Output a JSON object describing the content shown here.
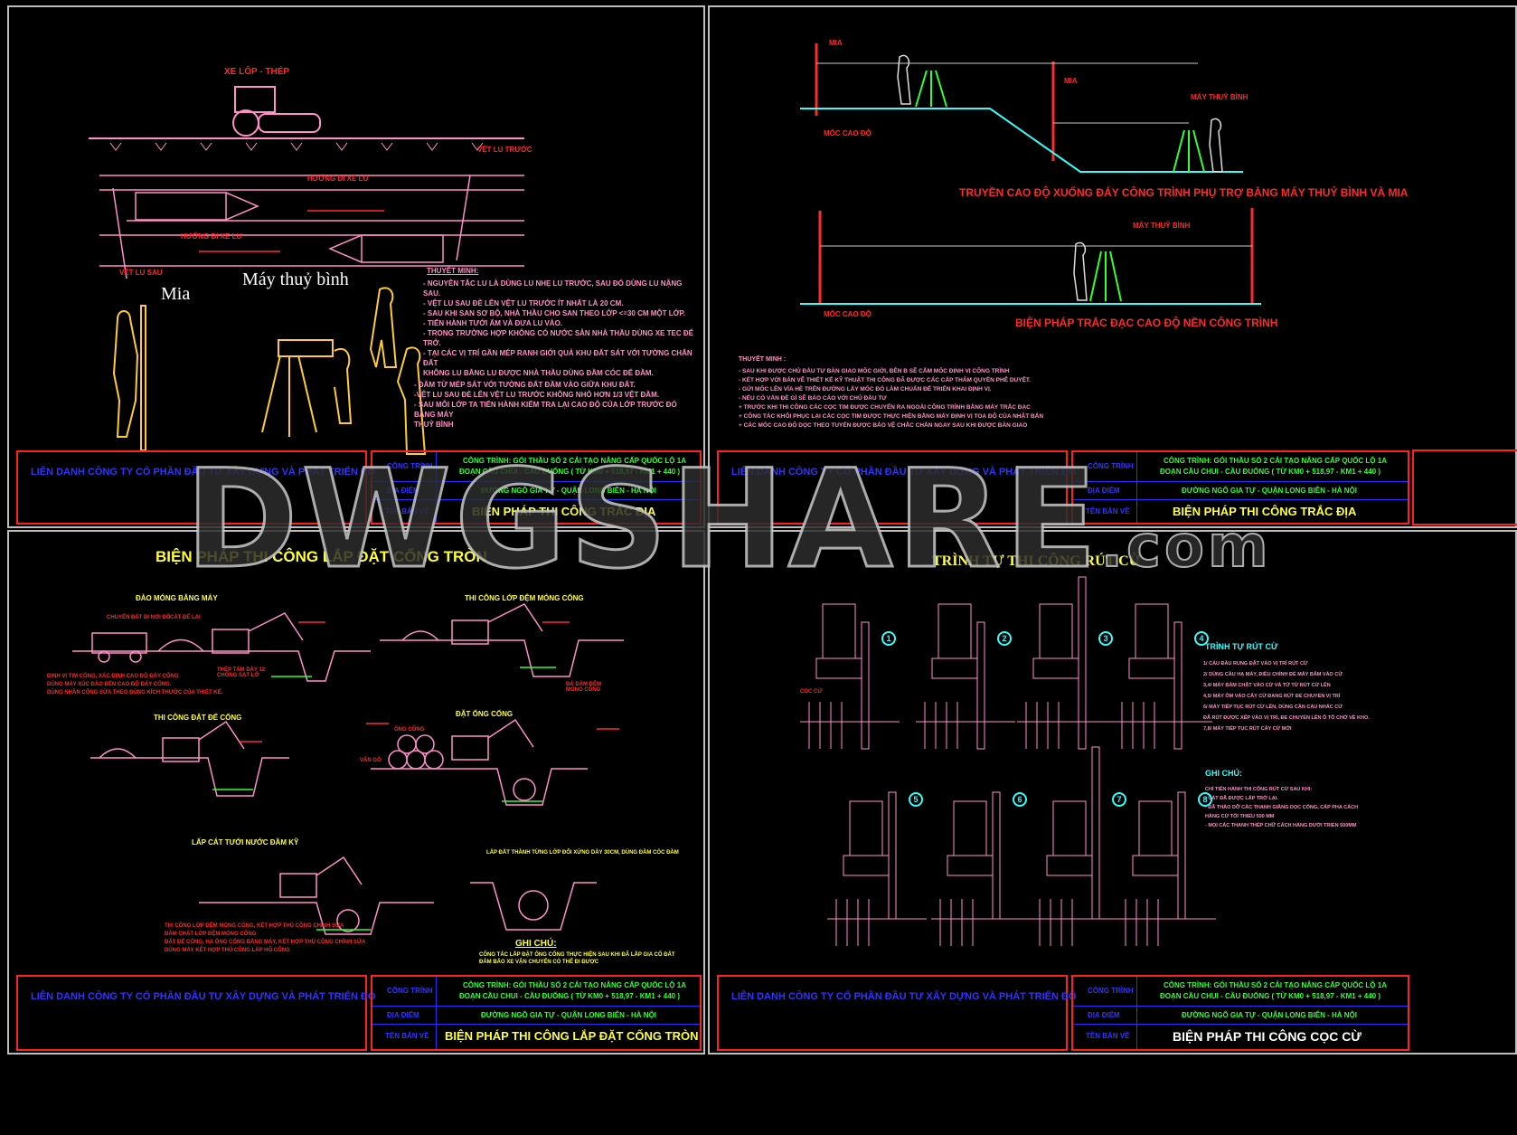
{
  "watermark": {
    "main": "DWGSHARE",
    "suffix": ".com"
  },
  "title_block_common": {
    "company": "LIÊN DANH CÔNG TY CỔ PHẦN ĐẦU TƯ XÂY DỰNG VÀ PHÁT TRIỂN ĐÔ",
    "label_project": "CÔNG TRÌNH",
    "label_location": "ĐỊA ĐIỂM",
    "label_drawing": "TÊN BẢN VẼ",
    "project_line1": "CÔNG TRÌNH: GÓI THẦU SỐ 2 CẢI TẠO NÂNG CẤP QUỐC LỘ 1A",
    "project_line2": "ĐOẠN CẦU CHUI - CẦU ĐUỐNG ( TỪ KM0 + 518,97 - KM1 + 440 )",
    "location": "ĐƯỜNG NGÔ GIA TỰ - QUẬN LONG BIÊN - HÀ NỘI"
  },
  "sheet1": {
    "vehicle_label": "XE LỐP - THÉP",
    "prev_track": "VỆT LU TRƯỚC",
    "next_track": "VỆT LU SAU",
    "dir1": "HƯỚNG ĐI XE LU",
    "dir2": "HƯỚNG ĐI XE LU",
    "mia": "Mia",
    "level": "Máy thuỷ bình",
    "notes_title": "THUYẾT MINH:",
    "notes": [
      "- NGUYÊN TẮC LU LÀ DÙNG LU NHẸ LU TRƯỚC, SAU ĐÓ DÙNG LU NẶNG SAU.",
      "- VỆT LU SAU ĐÈ LÊN VỆT LU TRƯỚC ÍT NHẤT LÀ 20 CM.",
      "- SAU KHI SAN SƠ BỘ, NHÀ THẦU CHO SAN THEO LỚP <=30 CM MỘT LỚP.",
      "- TIẾN HÀNH TƯỚI ẨM VÀ ĐƯA LU VÀO.",
      "- TRONG TRƯỜNG HỢP KHÔNG CÓ NƯỚC SẴN NHÀ THẦU DÙNG XE TEC ĐỂ TRỞ.",
      "- TẠI CÁC VỊ TRÍ GẦN MÉP RANH GIỚI QUẢ KHU ĐẤT SÁT VỚI TƯỜNG CHẮN ĐẤT",
      "  KHÔNG LU BẰNG LU ĐƯỢC NHÀ THẦU DÙNG ĐẦM CÓC ĐỂ ĐẦM."
    ],
    "notes2": [
      "- ĐẦM TỪ MÉP SÁT VỚI TƯỜNG ĐẤT ĐẦM VÀO GIỮA KHU ĐẤT.",
      "-VỆT LU SAU ĐÈ LÊN VỆT LU TRƯỚC KHÔNG NHỎ HƠN 1/3 VỆT ĐẦM.",
      "- SAU MỖI LỚP TA TIẾN HÀNH KIỂM TRA LẠI CAO ĐỘ CỦA LỚP TRƯỚC ĐÓ BẰNG MÁY",
      "  THUỶ BÌNH"
    ],
    "drawing_title": "BIỆN PHÁP THI CÔNG TRẮC ĐỊA"
  },
  "sheet2": {
    "mia1": "MIA",
    "mia2": "MIA",
    "level1": "MÁY THUỶ BÌNH",
    "level2": "MÁY THUỶ BÌNH",
    "benchmark1": "MỐC CAO ĐỘ",
    "benchmark2": "MỐC CAO ĐỘ",
    "caption1": "TRUYỀN CAO ĐỘ XUỐNG ĐÁY CÔNG TRÌNH PHỤ TRỢ BẰNG MÁY THUỶ BÌNH VÀ MIA",
    "caption2": "BIỆN PHÁP TRẮC ĐẠC CAO ĐỘ NỀN CÔNG TRÌNH",
    "notes_title": "THUYẾT MINH :",
    "notes": [
      "- SAU KHI ĐƯỢC CHỦ ĐẦU TƯ BÀN GIAO MỐC GIỚI, BÊN B SẼ CẮM MỐC ĐỊNH VỊ CÔNG TRÌNH",
      "- KẾT HỢP VỚI BẢN VẼ THIẾT KẾ KỸ THUẬT THI CÔNG ĐÃ ĐƯỢC CÁC CẤP THẨM QUYỀN PHÊ DUYỆT.",
      "- GỬI MỐC LÊN VỈA HÈ TRÊN ĐƯỜNG LẤY MỐC ĐÓ LÀM CHUẨN ĐỂ TRIỂN KHAI ĐỊNH VỊ.",
      "- NẾU CÓ VẤN ĐỀ GÌ SẼ BÁO CÁO VỚI CHỦ ĐẦU TƯ",
      "+ TRƯỚC KHI THI CÔNG CÁC CỌC TIM ĐƯỢC CHUYỂN RA NGOÀI CÔNG TRÌNH BẰNG MÁY TRẮC ĐẠC",
      "+ CÔNG TÁC KHÔI PHỤC LẠI CÁC CỌC TIM ĐƯỢC THỰC HIỆN BẰNG MÁY ĐỊNH VỊ TOẠ ĐỘ CỦA NHẬT BẢN",
      "+ CÁC MỐC CAO ĐỘ DỌC THEO TUYẾN ĐƯỢC BẢO VỆ CHẮC CHẮN NGAY SAU KHI ĐƯỢC BÀN GIAO"
    ],
    "drawing_title": "BIỆN PHÁP THI CÔNG TRẮC ĐỊA"
  },
  "sheet3": {
    "title": "BIỆN PHÁP THI CÔNG LẮP ĐẶT CỐNG TRÒN",
    "step1": "ĐÀO MÓNG BẰNG MÁY",
    "step2": "THI CÔNG LỚP ĐỆM MÓNG CỐNG",
    "step3": "THI CÔNG ĐẶT ĐẾ CỐNG",
    "step4": "ĐẶT ỐNG CỐNG",
    "step5": "LẤP CÁT TƯỚI NƯỚC ĐẦM KỸ",
    "step6": "LẤP ĐẤT THÀNH TỪNG LỚP ĐỔI XỨNG DÀY 30CM, DÙNG ĐẦM CÓC ĐẦM",
    "lbl_truck": "CHUYỂN ĐẤT ĐI NƠI ĐỔ",
    "lbl_sand": "CÁT ĐỂ LẠI",
    "lbl_steel": "THÉP TẤM DÀY 12 CHỐNG SẠT LỞ",
    "lbl_stone": "ĐÁ DĂM ĐỆM MÓNG CỐNG",
    "lbl_pipe": "ỐNG CỐNG",
    "lbl_base": "VÁN GỖ",
    "notes1": [
      "ĐỊNH VỊ TIM CỐNG, XÁC ĐỊNH CAO ĐỘ ĐÁY CỐNG",
      "DÙNG MÁY XÚC ĐÀO ĐẾN CAO ĐỘ ĐÁY CỐNG.",
      "DÙNG NHÂN CÔNG SỬA THEO ĐÚNG KÍCH THƯỚC CỦA THIẾT KẾ."
    ],
    "notes2": [
      "THI CÔNG LỚP ĐỆM MÓNG CỐNG, KẾT HỢP THỦ CÔNG CHỈNH SỬA",
      "ĐẦM CHẶT LỚP ĐỆM MÓNG CỐNG",
      "ĐẶT ĐẾ CỐNG, HẠ ỐNG CỐNG BẰNG MÁY, KẾT HỢP THỦ CÔNG CHỈNH SỬA",
      "DÙNG MÁY KẾT HỢP THỦ CÔNG LẤP HỐ CỐNG"
    ],
    "note_title": "GHI CHÚ:",
    "note": [
      "CÔNG TÁC LẮP ĐẶT ỐNG CỐNG THỰC HIỆN SAU KHI ĐÃ LẮP GIA CỐ ĐẤT",
      "ĐẢM BẢO XE VẬN CHUYỂN CÓ THỂ ĐI ĐƯỢC"
    ],
    "drawing_title": "BIỆN PHÁP THI CÔNG LẮP ĐẶT CỐNG TRÒN"
  },
  "sheet4": {
    "title": "TRÌNH TỰ THI CÔNG RÚT CỪ",
    "pile_label": "CỌC CỪ",
    "steps": [
      "1",
      "2",
      "3",
      "4",
      "5",
      "6",
      "7",
      "8"
    ],
    "seq_title": "TRÌNH TỰ RÚT CỪ",
    "seq": [
      "1/ CẨU ĐẦU RUNG ĐẶT VÀO VỊ TRÍ RÚT CỪ",
      "2/ DÙNG CẦU HẠ MÁY, ĐIỀU CHỈNH ĐỂ MÁY BẤM VÀO CỪ",
      "3,4/ MÁY BẤM CHẶT VÀO CỪ VÀ TỪ TỪ RÚT CỪ LÊN",
      "4,5/ MÁY ÔM VÀO CÂY CỪ ĐANG RÚT ĐỂ CHUYỂN VỊ TRÍ",
      "6/ MÁY TIẾP TỤC RÚT CỪ LÊN, DÙNG CẦN CẨU NHẤC CỪ",
      "ĐÃ RÚT ĐƯỢC XẾP VÀO VỊ TRÍ, ĐỂ CHUYỂN LÊN Ô TÔ CHỞ VỀ KHO.",
      "7,8/ MÁY TIẾP TỤC RÚT CÂY CỪ MỚI"
    ],
    "note_title": "GHI CHÚ:",
    "note": [
      "CHỈ TIẾN HÀNH THI CÔNG RÚT CỪ SAU KHI:",
      "- CÁT ĐÃ ĐƯỢC LẤP TRỞ LẠI.",
      "- ĐÃ THÁO DỠ CÁC THANH GIẰNG DỌC CỐNG, CẤP PHA CÁCH",
      "  HÀNG CỪ TỐI THIỂU 500 MM",
      "- MỌI CÁC THANH THÉP CHỮ CÁCH HÀNG DƯỚI TRIỂN 500MM"
    ],
    "drawing_title": "BIỆN PHÁP THI CÔNG CỌC CỪ"
  },
  "colors": {
    "background": "#000000",
    "line_pink": "#ff8fc8",
    "title_yellow": "#ffff33",
    "frame_red": "#ff2020",
    "grid_blue": "#2233ff",
    "text_green": "#33ff33",
    "cyan": "#33ffff"
  }
}
